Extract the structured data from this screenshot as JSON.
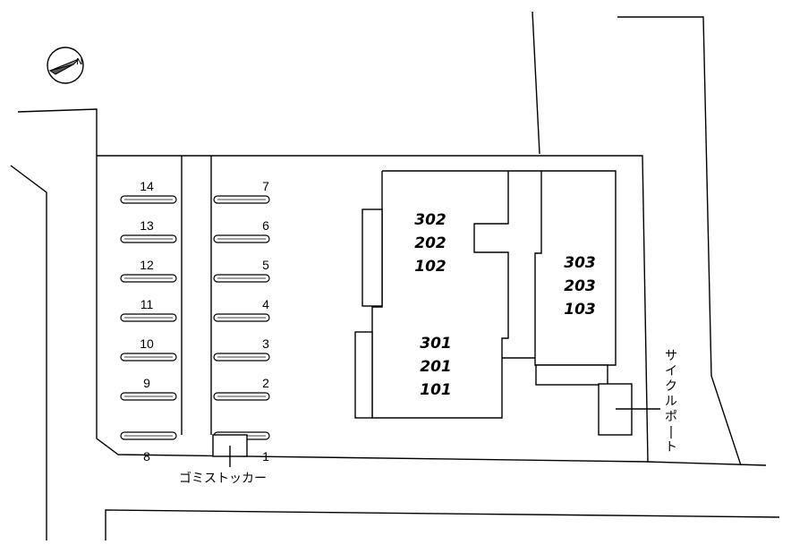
{
  "parking": {
    "left_column": [
      "14",
      "13",
      "12",
      "11",
      "10",
      "9",
      "8"
    ],
    "right_column": [
      "7",
      "6",
      "5",
      "4",
      "3",
      "2",
      "1"
    ]
  },
  "buildings": {
    "a": {
      "units": [
        "302",
        "202",
        "102"
      ]
    },
    "b": {
      "units": [
        "301",
        "201",
        "101"
      ]
    },
    "c": {
      "units": [
        "303",
        "203",
        "103"
      ]
    }
  },
  "labels": {
    "garbage": "ゴミストッカー",
    "cycle_port": "サイクルポート"
  },
  "icons": {
    "north": "north-arrow-icon"
  },
  "colors": {
    "line": "#000000",
    "background": "#ffffff"
  }
}
